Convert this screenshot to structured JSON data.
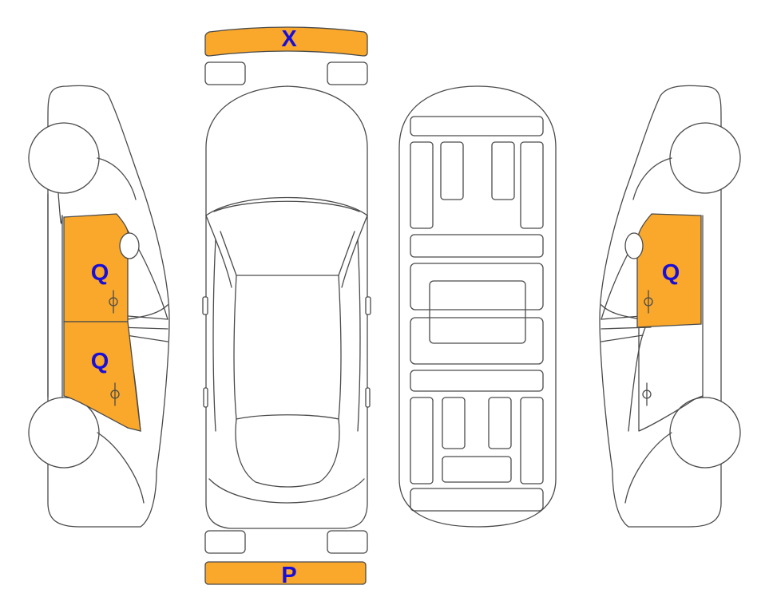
{
  "colors": {
    "damage_fill": "#f9a82b",
    "label": "#1a0fd6",
    "outline": "#4a4a4a"
  },
  "labels": {
    "front_bumper": "X",
    "rear_bumper": "P",
    "left_front_door": "Q",
    "left_rear_door": "Q",
    "right_front_door": "Q"
  }
}
